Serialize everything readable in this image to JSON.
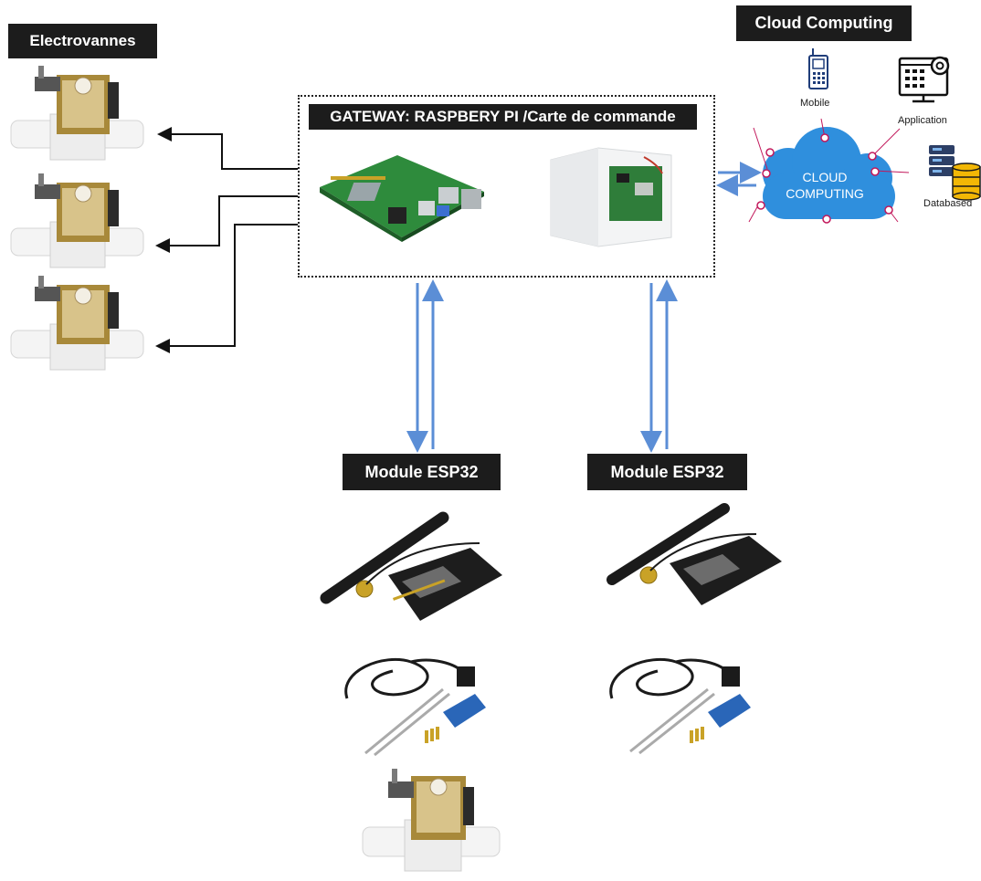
{
  "labels": {
    "electrovannes": "Electrovannes",
    "cloud_title": "Cloud Computing",
    "gateway": "GATEWAY: RASPBERY PI /Carte de commande",
    "module_esp32_1": "Module ESP32",
    "module_esp32_2": "Module ESP32"
  },
  "cloud": {
    "line1": "CLOUD",
    "line2": "COMPUTING",
    "mobile": "Mobile",
    "application": "Application",
    "database": "Databased"
  },
  "colors": {
    "label_bg": "#1c1c1c",
    "arrow_blue": "#5b8ed6",
    "cloud_blue": "#2f8fdd",
    "node_pink": "#c2185b"
  }
}
